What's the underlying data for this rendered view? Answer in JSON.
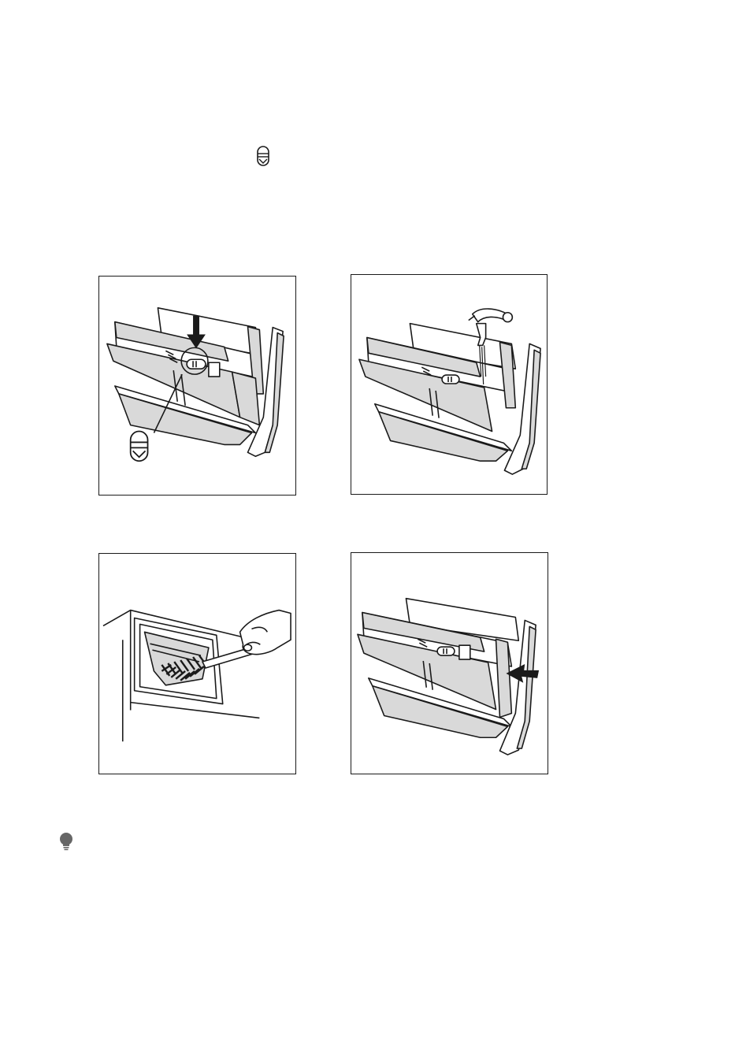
{
  "icons": {
    "inline_symbol": "drawer-release-icon",
    "tip": "lightbulb-icon"
  },
  "figures": [
    {
      "id": "release-drawer",
      "symbol": "drawer-release-icon",
      "arrow": "down"
    },
    {
      "id": "rinse-under-tap"
    },
    {
      "id": "brush-recess"
    },
    {
      "id": "reinsert-drawer",
      "arrow": "left"
    }
  ],
  "colors": {
    "line": "#1a1a1a",
    "shade": "#d9d9d9",
    "icon_grey": "#666666"
  }
}
